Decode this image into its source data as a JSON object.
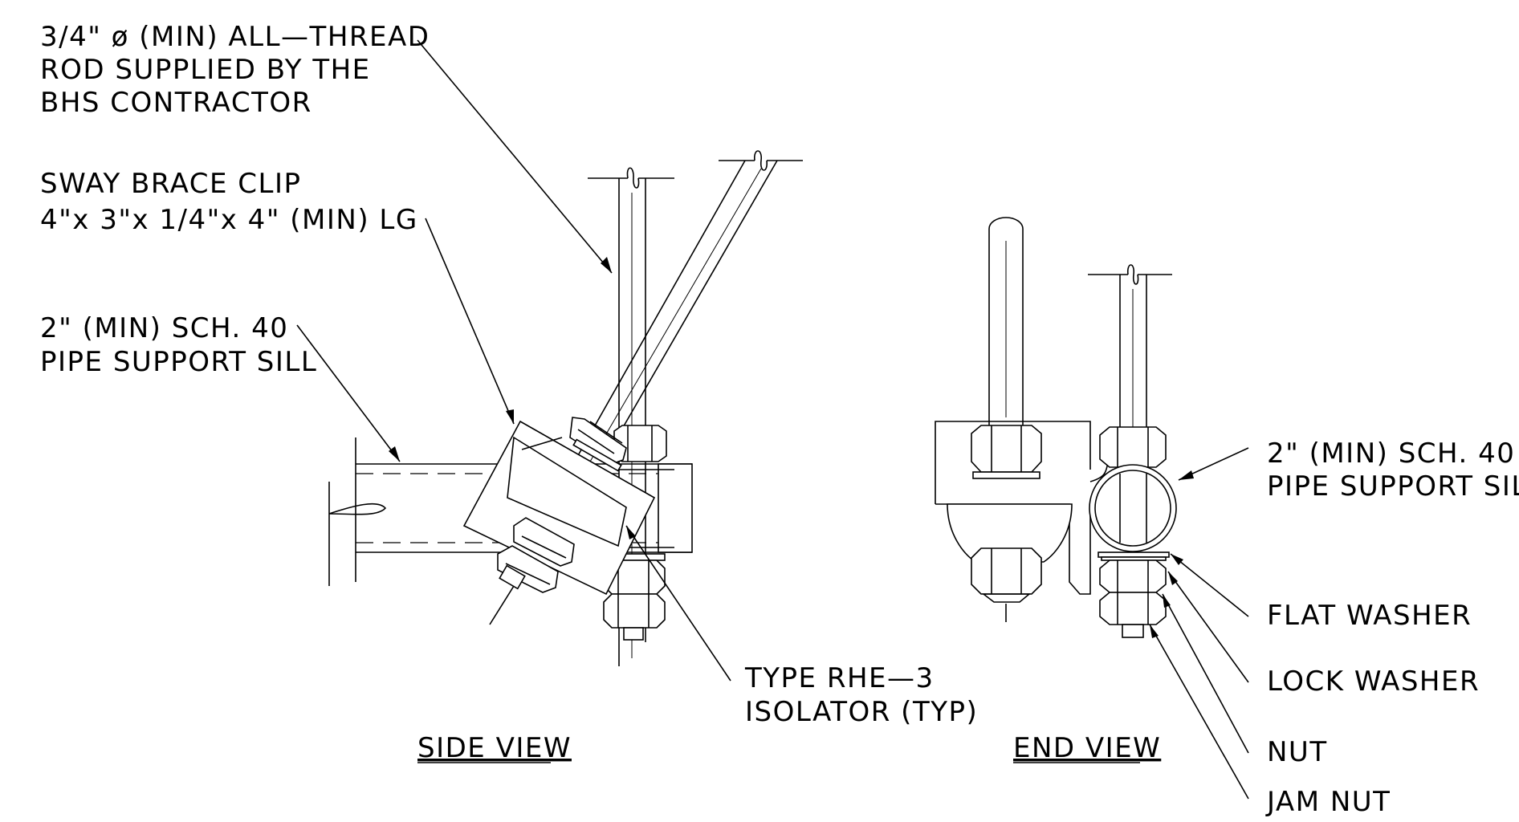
{
  "labels": {
    "rod_line1": "3/4\" ø (MIN) ALL—THREAD",
    "rod_line2": "ROD SUPPLIED BY THE",
    "rod_line3": "BHS CONTRACTOR",
    "clip_line1": "SWAY BRACE CLIP",
    "clip_line2": "4\"x 3\"x 1/4\"x 4\" (MIN) LG",
    "sill_side_line1": "2\" (MIN) SCH. 40",
    "sill_side_line2": "PIPE SUPPORT SILL",
    "isolator_line1": "TYPE RHE—3",
    "isolator_line2": "ISOLATOR (TYP)",
    "sill_end_line1": "2\" (MIN) SCH. 40",
    "sill_end_line2": "PIPE SUPPORT SILL",
    "flat_washer": "FLAT WASHER",
    "lock_washer": "LOCK WASHER",
    "nut": "NUT",
    "jam_nut": "JAM NUT"
  },
  "titles": {
    "side_view": "SIDE VIEW",
    "end_view": "END VIEW"
  }
}
